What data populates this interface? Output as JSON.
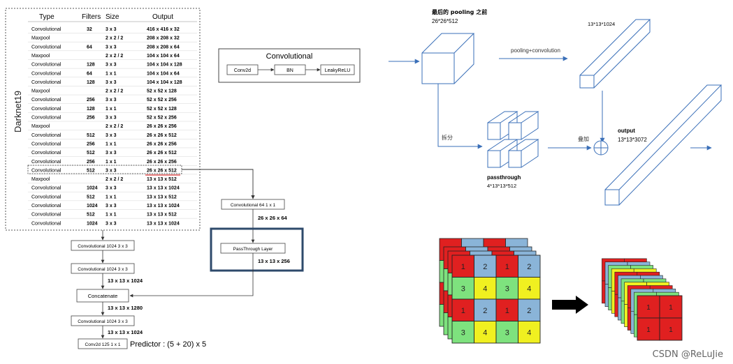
{
  "darknet": {
    "title": "Darknet19",
    "headers": {
      "type": "Type",
      "filters": "Filters",
      "size": "Size",
      "output": "Output"
    },
    "rows": [
      {
        "type": "Convolutional",
        "filters": "32",
        "size": "3 x 3",
        "output": "416 x 416 x 32"
      },
      {
        "type": "Maxpool",
        "filters": "",
        "size": "2 x 2 / 2",
        "output": "208 x 208 x 32"
      },
      {
        "type": "Convolutional",
        "filters": "64",
        "size": "3 x 3",
        "output": "208 x 208 x 64"
      },
      {
        "type": "Maxpool",
        "filters": "",
        "size": "2 x 2 / 2",
        "output": "104 x 104 x 64"
      },
      {
        "type": "Convolutional",
        "filters": "128",
        "size": "3 x 3",
        "output": "104 x 104 x 128"
      },
      {
        "type": "Convolutional",
        "filters": "64",
        "size": "1 x 1",
        "output": "104 x 104 x 64"
      },
      {
        "type": "Convolutional",
        "filters": "128",
        "size": "3 x 3",
        "output": "104 x 104 x 128"
      },
      {
        "type": "Maxpool",
        "filters": "",
        "size": "2 x 2 / 2",
        "output": "52 x 52 x 128"
      },
      {
        "type": "Convolutional",
        "filters": "256",
        "size": "3 x 3",
        "output": "52 x 52 x 256"
      },
      {
        "type": "Convolutional",
        "filters": "128",
        "size": "1 x 1",
        "output": "52 x 52 x 128"
      },
      {
        "type": "Convolutional",
        "filters": "256",
        "size": "3 x 3",
        "output": "52 x 52 x 256"
      },
      {
        "type": "Maxpool",
        "filters": "",
        "size": "2 x 2 / 2",
        "output": "26 x 26 x 256"
      },
      {
        "type": "Convolutional",
        "filters": "512",
        "size": "3 x 3",
        "output": "26 x 26 x 512"
      },
      {
        "type": "Convolutional",
        "filters": "256",
        "size": "1 x 1",
        "output": "26 x 26 x 256"
      },
      {
        "type": "Convolutional",
        "filters": "512",
        "size": "3 x 3",
        "output": "26 x 26 x 512"
      },
      {
        "type": "Convolutional",
        "filters": "256",
        "size": "1 x 1",
        "output": "26 x 26 x 256"
      },
      {
        "type": "Convolutional",
        "filters": "512",
        "size": "3 x 3",
        "output": "26 x 26 x 512"
      },
      {
        "type": "Maxpool",
        "filters": "",
        "size": "2 x 2 / 2",
        "output": "13 x 13 x 512"
      },
      {
        "type": "Convolutional",
        "filters": "1024",
        "size": "3 x 3",
        "output": "13 x 13 x 1024"
      },
      {
        "type": "Convolutional",
        "filters": "512",
        "size": "1 x 1",
        "output": "13 x 13 x 512"
      },
      {
        "type": "Convolutional",
        "filters": "1024",
        "size": "3 x 3",
        "output": "13 x 13 x 1024"
      },
      {
        "type": "Convolutional",
        "filters": "512",
        "size": "1 x 1",
        "output": "13 x 13 x 512"
      },
      {
        "type": "Convolutional",
        "filters": "1024",
        "size": "3 x 3",
        "output": "13 x 13 x 1024"
      }
    ]
  },
  "conv_legend": {
    "title": "Convolutional",
    "steps": [
      "Conv2d",
      "BN",
      "LeakyReLU"
    ]
  },
  "head": {
    "conv1": "Convolutional   1024   3 x 3",
    "conv2": "Convolutional   1024   3 x 3",
    "dim1": "13 x 13 x 1024",
    "concat": "Concatenate",
    "dim2": "13 x 13 x 1280",
    "conv3": "Convolutional   1024   3 x 3",
    "dim3": "13 x 13 x 1024",
    "final_conv": "Conv2d   125   1 x 1",
    "predictor": "Predictor : (5 + 20) x 5"
  },
  "passthrough_branch": {
    "conv": "Convolutional  64   1 x 1",
    "dim1": "26 x 26 x 64",
    "layer": "PassThrough Layer",
    "dim2": "13 x 13 x 256"
  },
  "right_top": {
    "before_pool_title": "最后的 pooling 之前",
    "before_pool_dim": "26*26*512",
    "pool_dim": "13*13*1024",
    "pool_label": "pooling+convolution",
    "split_label": "拆分",
    "passthrough_title": "passthrough",
    "passthrough_dim": "4*13*13*512",
    "add_label": "叠加",
    "output_title": "output",
    "output_dim": "13*13*3072"
  },
  "grid": {
    "cells": [
      "1",
      "2",
      "1",
      "2",
      "3",
      "4",
      "3",
      "4",
      "1",
      "2",
      "1",
      "2",
      "3",
      "4",
      "3",
      "4"
    ],
    "colors": {
      "1": "#e02020",
      "2": "#8ab4d8",
      "3": "#7ee27e",
      "4": "#f0f020"
    },
    "out_cells": [
      "1",
      "1",
      "1",
      "1"
    ]
  },
  "watermark": "CSDN @ReLuJie"
}
